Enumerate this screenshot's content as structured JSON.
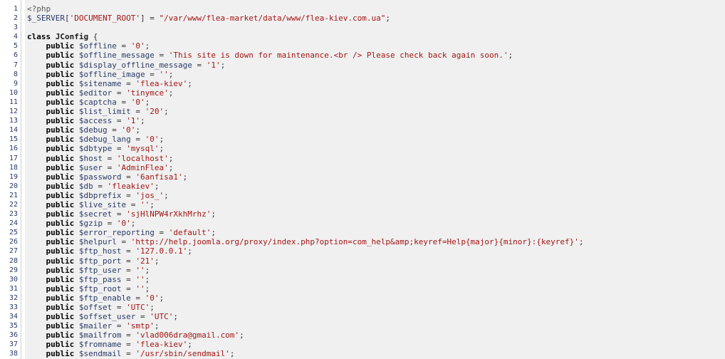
{
  "viewer": {
    "language": "php",
    "first_line": 1,
    "last_visible_line": 38,
    "colors": {
      "code_background": "#f0f0f0",
      "gutter_background": "#ffffff",
      "gutter_text": "#2b3a67",
      "keyword": "#000000",
      "variable": "#2b3a67",
      "string": "#a31515",
      "tag": "#5a5a5a",
      "default_text": "#1a1a1a"
    }
  },
  "lines": [
    {
      "n": "1",
      "tokens": [
        {
          "t": "tag",
          "v": "<?php"
        }
      ]
    },
    {
      "n": "2",
      "tokens": [
        {
          "t": "var",
          "v": "$_SERVER"
        },
        {
          "t": "punct",
          "v": "["
        },
        {
          "t": "str",
          "v": "'DOCUMENT_ROOT'"
        },
        {
          "t": "punct",
          "v": "]"
        },
        {
          "t": "op",
          "v": " = "
        },
        {
          "t": "str",
          "v": "\"/var/www/flea-market/data/www/flea-kiev.com.ua\""
        },
        {
          "t": "punct",
          "v": ";"
        }
      ]
    },
    {
      "n": "3",
      "tokens": [
        {
          "t": "plain",
          "v": ""
        }
      ]
    },
    {
      "n": "4",
      "tokens": [
        {
          "t": "kw",
          "v": "class"
        },
        {
          "t": "plain",
          "v": " "
        },
        {
          "t": "cls",
          "v": "JConfig"
        },
        {
          "t": "plain",
          "v": " "
        },
        {
          "t": "punct",
          "v": "{"
        }
      ]
    },
    {
      "n": "5",
      "tokens": [
        {
          "t": "plain",
          "v": "    "
        },
        {
          "t": "kw",
          "v": "public"
        },
        {
          "t": "plain",
          "v": " "
        },
        {
          "t": "var",
          "v": "$offline"
        },
        {
          "t": "op",
          "v": " = "
        },
        {
          "t": "str",
          "v": "'0'"
        },
        {
          "t": "punct",
          "v": ";"
        }
      ]
    },
    {
      "n": "6",
      "tokens": [
        {
          "t": "plain",
          "v": "    "
        },
        {
          "t": "kw",
          "v": "public"
        },
        {
          "t": "plain",
          "v": " "
        },
        {
          "t": "var",
          "v": "$offline_message"
        },
        {
          "t": "op",
          "v": " = "
        },
        {
          "t": "str",
          "v": "'This site is down for maintenance.<br /> Please check back again soon.'"
        },
        {
          "t": "punct",
          "v": ";"
        }
      ]
    },
    {
      "n": "7",
      "tokens": [
        {
          "t": "plain",
          "v": "    "
        },
        {
          "t": "kw",
          "v": "public"
        },
        {
          "t": "plain",
          "v": " "
        },
        {
          "t": "var",
          "v": "$display_offline_message"
        },
        {
          "t": "op",
          "v": " = "
        },
        {
          "t": "str",
          "v": "'1'"
        },
        {
          "t": "punct",
          "v": ";"
        }
      ]
    },
    {
      "n": "8",
      "tokens": [
        {
          "t": "plain",
          "v": "    "
        },
        {
          "t": "kw",
          "v": "public"
        },
        {
          "t": "plain",
          "v": " "
        },
        {
          "t": "var",
          "v": "$offline_image"
        },
        {
          "t": "op",
          "v": " = "
        },
        {
          "t": "str",
          "v": "''"
        },
        {
          "t": "punct",
          "v": ";"
        }
      ]
    },
    {
      "n": "9",
      "tokens": [
        {
          "t": "plain",
          "v": "    "
        },
        {
          "t": "kw",
          "v": "public"
        },
        {
          "t": "plain",
          "v": " "
        },
        {
          "t": "var",
          "v": "$sitename"
        },
        {
          "t": "op",
          "v": " = "
        },
        {
          "t": "str",
          "v": "'flea-kiev'"
        },
        {
          "t": "punct",
          "v": ";"
        }
      ]
    },
    {
      "n": "10",
      "tokens": [
        {
          "t": "plain",
          "v": "    "
        },
        {
          "t": "kw",
          "v": "public"
        },
        {
          "t": "plain",
          "v": " "
        },
        {
          "t": "var",
          "v": "$editor"
        },
        {
          "t": "op",
          "v": " = "
        },
        {
          "t": "str",
          "v": "'tinymce'"
        },
        {
          "t": "punct",
          "v": ";"
        }
      ]
    },
    {
      "n": "11",
      "tokens": [
        {
          "t": "plain",
          "v": "    "
        },
        {
          "t": "kw",
          "v": "public"
        },
        {
          "t": "plain",
          "v": " "
        },
        {
          "t": "var",
          "v": "$captcha"
        },
        {
          "t": "op",
          "v": " = "
        },
        {
          "t": "str",
          "v": "'0'"
        },
        {
          "t": "punct",
          "v": ";"
        }
      ]
    },
    {
      "n": "12",
      "tokens": [
        {
          "t": "plain",
          "v": "    "
        },
        {
          "t": "kw",
          "v": "public"
        },
        {
          "t": "plain",
          "v": " "
        },
        {
          "t": "var",
          "v": "$list_limit"
        },
        {
          "t": "op",
          "v": " = "
        },
        {
          "t": "str",
          "v": "'20'"
        },
        {
          "t": "punct",
          "v": ";"
        }
      ]
    },
    {
      "n": "13",
      "tokens": [
        {
          "t": "plain",
          "v": "    "
        },
        {
          "t": "kw",
          "v": "public"
        },
        {
          "t": "plain",
          "v": " "
        },
        {
          "t": "var",
          "v": "$access"
        },
        {
          "t": "op",
          "v": " = "
        },
        {
          "t": "str",
          "v": "'1'"
        },
        {
          "t": "punct",
          "v": ";"
        }
      ]
    },
    {
      "n": "14",
      "tokens": [
        {
          "t": "plain",
          "v": "    "
        },
        {
          "t": "kw",
          "v": "public"
        },
        {
          "t": "plain",
          "v": " "
        },
        {
          "t": "var",
          "v": "$debug"
        },
        {
          "t": "op",
          "v": " = "
        },
        {
          "t": "str",
          "v": "'0'"
        },
        {
          "t": "punct",
          "v": ";"
        }
      ]
    },
    {
      "n": "15",
      "tokens": [
        {
          "t": "plain",
          "v": "    "
        },
        {
          "t": "kw",
          "v": "public"
        },
        {
          "t": "plain",
          "v": " "
        },
        {
          "t": "var",
          "v": "$debug_lang"
        },
        {
          "t": "op",
          "v": " = "
        },
        {
          "t": "str",
          "v": "'0'"
        },
        {
          "t": "punct",
          "v": ";"
        }
      ]
    },
    {
      "n": "16",
      "tokens": [
        {
          "t": "plain",
          "v": "    "
        },
        {
          "t": "kw",
          "v": "public"
        },
        {
          "t": "plain",
          "v": " "
        },
        {
          "t": "var",
          "v": "$dbtype"
        },
        {
          "t": "op",
          "v": " = "
        },
        {
          "t": "str",
          "v": "'mysql'"
        },
        {
          "t": "punct",
          "v": ";"
        }
      ]
    },
    {
      "n": "17",
      "tokens": [
        {
          "t": "plain",
          "v": "    "
        },
        {
          "t": "kw",
          "v": "public"
        },
        {
          "t": "plain",
          "v": " "
        },
        {
          "t": "var",
          "v": "$host"
        },
        {
          "t": "op",
          "v": " = "
        },
        {
          "t": "str",
          "v": "'localhost'"
        },
        {
          "t": "punct",
          "v": ";"
        }
      ]
    },
    {
      "n": "18",
      "tokens": [
        {
          "t": "plain",
          "v": "    "
        },
        {
          "t": "kw",
          "v": "public"
        },
        {
          "t": "plain",
          "v": " "
        },
        {
          "t": "var",
          "v": "$user"
        },
        {
          "t": "op",
          "v": " = "
        },
        {
          "t": "str",
          "v": "'AdminFlea'"
        },
        {
          "t": "punct",
          "v": ";"
        }
      ]
    },
    {
      "n": "19",
      "tokens": [
        {
          "t": "plain",
          "v": "    "
        },
        {
          "t": "kw",
          "v": "public"
        },
        {
          "t": "plain",
          "v": " "
        },
        {
          "t": "var",
          "v": "$password"
        },
        {
          "t": "op",
          "v": " = "
        },
        {
          "t": "str",
          "v": "'6anfisa1'"
        },
        {
          "t": "punct",
          "v": ";"
        }
      ]
    },
    {
      "n": "20",
      "tokens": [
        {
          "t": "plain",
          "v": "    "
        },
        {
          "t": "kw",
          "v": "public"
        },
        {
          "t": "plain",
          "v": " "
        },
        {
          "t": "var",
          "v": "$db"
        },
        {
          "t": "op",
          "v": " = "
        },
        {
          "t": "str",
          "v": "'fleakiev'"
        },
        {
          "t": "punct",
          "v": ";"
        }
      ]
    },
    {
      "n": "21",
      "tokens": [
        {
          "t": "plain",
          "v": "    "
        },
        {
          "t": "kw",
          "v": "public"
        },
        {
          "t": "plain",
          "v": " "
        },
        {
          "t": "var",
          "v": "$dbprefix"
        },
        {
          "t": "op",
          "v": " = "
        },
        {
          "t": "str",
          "v": "'jos_'"
        },
        {
          "t": "punct",
          "v": ";"
        }
      ]
    },
    {
      "n": "22",
      "tokens": [
        {
          "t": "plain",
          "v": "    "
        },
        {
          "t": "kw",
          "v": "public"
        },
        {
          "t": "plain",
          "v": " "
        },
        {
          "t": "var",
          "v": "$live_site"
        },
        {
          "t": "op",
          "v": " = "
        },
        {
          "t": "str",
          "v": "''"
        },
        {
          "t": "punct",
          "v": ";"
        }
      ]
    },
    {
      "n": "23",
      "tokens": [
        {
          "t": "plain",
          "v": "    "
        },
        {
          "t": "kw",
          "v": "public"
        },
        {
          "t": "plain",
          "v": " "
        },
        {
          "t": "var",
          "v": "$secret"
        },
        {
          "t": "op",
          "v": " = "
        },
        {
          "t": "str",
          "v": "'sjHlNPW4rXkhMrhz'"
        },
        {
          "t": "punct",
          "v": ";"
        }
      ]
    },
    {
      "n": "24",
      "tokens": [
        {
          "t": "plain",
          "v": "    "
        },
        {
          "t": "kw",
          "v": "public"
        },
        {
          "t": "plain",
          "v": " "
        },
        {
          "t": "var",
          "v": "$gzip"
        },
        {
          "t": "op",
          "v": " = "
        },
        {
          "t": "str",
          "v": "'0'"
        },
        {
          "t": "punct",
          "v": ";"
        }
      ]
    },
    {
      "n": "25",
      "tokens": [
        {
          "t": "plain",
          "v": "    "
        },
        {
          "t": "kw",
          "v": "public"
        },
        {
          "t": "plain",
          "v": " "
        },
        {
          "t": "var",
          "v": "$error_reporting"
        },
        {
          "t": "op",
          "v": " = "
        },
        {
          "t": "str",
          "v": "'default'"
        },
        {
          "t": "punct",
          "v": ";"
        }
      ]
    },
    {
      "n": "26",
      "tokens": [
        {
          "t": "plain",
          "v": "    "
        },
        {
          "t": "kw",
          "v": "public"
        },
        {
          "t": "plain",
          "v": " "
        },
        {
          "t": "var",
          "v": "$helpurl"
        },
        {
          "t": "op",
          "v": " = "
        },
        {
          "t": "str",
          "v": "'http://help.joomla.org/proxy/index.php?option=com_help&amp;keyref=Help{major}{minor}:{keyref}'"
        },
        {
          "t": "punct",
          "v": ";"
        }
      ]
    },
    {
      "n": "27",
      "tokens": [
        {
          "t": "plain",
          "v": "    "
        },
        {
          "t": "kw",
          "v": "public"
        },
        {
          "t": "plain",
          "v": " "
        },
        {
          "t": "var",
          "v": "$ftp_host"
        },
        {
          "t": "op",
          "v": " = "
        },
        {
          "t": "str",
          "v": "'127.0.0.1'"
        },
        {
          "t": "punct",
          "v": ";"
        }
      ]
    },
    {
      "n": "28",
      "tokens": [
        {
          "t": "plain",
          "v": "    "
        },
        {
          "t": "kw",
          "v": "public"
        },
        {
          "t": "plain",
          "v": " "
        },
        {
          "t": "var",
          "v": "$ftp_port"
        },
        {
          "t": "op",
          "v": " = "
        },
        {
          "t": "str",
          "v": "'21'"
        },
        {
          "t": "punct",
          "v": ";"
        }
      ]
    },
    {
      "n": "29",
      "tokens": [
        {
          "t": "plain",
          "v": "    "
        },
        {
          "t": "kw",
          "v": "public"
        },
        {
          "t": "plain",
          "v": " "
        },
        {
          "t": "var",
          "v": "$ftp_user"
        },
        {
          "t": "op",
          "v": " = "
        },
        {
          "t": "str",
          "v": "''"
        },
        {
          "t": "punct",
          "v": ";"
        }
      ]
    },
    {
      "n": "30",
      "tokens": [
        {
          "t": "plain",
          "v": "    "
        },
        {
          "t": "kw",
          "v": "public"
        },
        {
          "t": "plain",
          "v": " "
        },
        {
          "t": "var",
          "v": "$ftp_pass"
        },
        {
          "t": "op",
          "v": " = "
        },
        {
          "t": "str",
          "v": "''"
        },
        {
          "t": "punct",
          "v": ";"
        }
      ]
    },
    {
      "n": "31",
      "tokens": [
        {
          "t": "plain",
          "v": "    "
        },
        {
          "t": "kw",
          "v": "public"
        },
        {
          "t": "plain",
          "v": " "
        },
        {
          "t": "var",
          "v": "$ftp_root"
        },
        {
          "t": "op",
          "v": " = "
        },
        {
          "t": "str",
          "v": "''"
        },
        {
          "t": "punct",
          "v": ";"
        }
      ]
    },
    {
      "n": "32",
      "tokens": [
        {
          "t": "plain",
          "v": "    "
        },
        {
          "t": "kw",
          "v": "public"
        },
        {
          "t": "plain",
          "v": " "
        },
        {
          "t": "var",
          "v": "$ftp_enable"
        },
        {
          "t": "op",
          "v": " = "
        },
        {
          "t": "str",
          "v": "'0'"
        },
        {
          "t": "punct",
          "v": ";"
        }
      ]
    },
    {
      "n": "33",
      "tokens": [
        {
          "t": "plain",
          "v": "    "
        },
        {
          "t": "kw",
          "v": "public"
        },
        {
          "t": "plain",
          "v": " "
        },
        {
          "t": "var",
          "v": "$offset"
        },
        {
          "t": "op",
          "v": " = "
        },
        {
          "t": "str",
          "v": "'UTC'"
        },
        {
          "t": "punct",
          "v": ";"
        }
      ]
    },
    {
      "n": "34",
      "tokens": [
        {
          "t": "plain",
          "v": "    "
        },
        {
          "t": "kw",
          "v": "public"
        },
        {
          "t": "plain",
          "v": " "
        },
        {
          "t": "var",
          "v": "$offset_user"
        },
        {
          "t": "op",
          "v": " = "
        },
        {
          "t": "str",
          "v": "'UTC'"
        },
        {
          "t": "punct",
          "v": ";"
        }
      ]
    },
    {
      "n": "35",
      "tokens": [
        {
          "t": "plain",
          "v": "    "
        },
        {
          "t": "kw",
          "v": "public"
        },
        {
          "t": "plain",
          "v": " "
        },
        {
          "t": "var",
          "v": "$mailer"
        },
        {
          "t": "op",
          "v": " = "
        },
        {
          "t": "str",
          "v": "'smtp'"
        },
        {
          "t": "punct",
          "v": ";"
        }
      ]
    },
    {
      "n": "36",
      "tokens": [
        {
          "t": "plain",
          "v": "    "
        },
        {
          "t": "kw",
          "v": "public"
        },
        {
          "t": "plain",
          "v": " "
        },
        {
          "t": "var",
          "v": "$mailfrom"
        },
        {
          "t": "op",
          "v": " = "
        },
        {
          "t": "str",
          "v": "'vlad006dra@gmail.com'"
        },
        {
          "t": "punct",
          "v": ";"
        }
      ]
    },
    {
      "n": "37",
      "tokens": [
        {
          "t": "plain",
          "v": "    "
        },
        {
          "t": "kw",
          "v": "public"
        },
        {
          "t": "plain",
          "v": " "
        },
        {
          "t": "var",
          "v": "$fromname"
        },
        {
          "t": "op",
          "v": " = "
        },
        {
          "t": "str",
          "v": "'flea-kiev'"
        },
        {
          "t": "punct",
          "v": ";"
        }
      ]
    },
    {
      "n": "38",
      "tokens": [
        {
          "t": "plain",
          "v": "    "
        },
        {
          "t": "kw",
          "v": "public"
        },
        {
          "t": "plain",
          "v": " "
        },
        {
          "t": "var",
          "v": "$sendmail"
        },
        {
          "t": "op",
          "v": " = "
        },
        {
          "t": "str",
          "v": "'/usr/sbin/sendmail'"
        },
        {
          "t": "punct",
          "v": ";"
        }
      ]
    }
  ]
}
